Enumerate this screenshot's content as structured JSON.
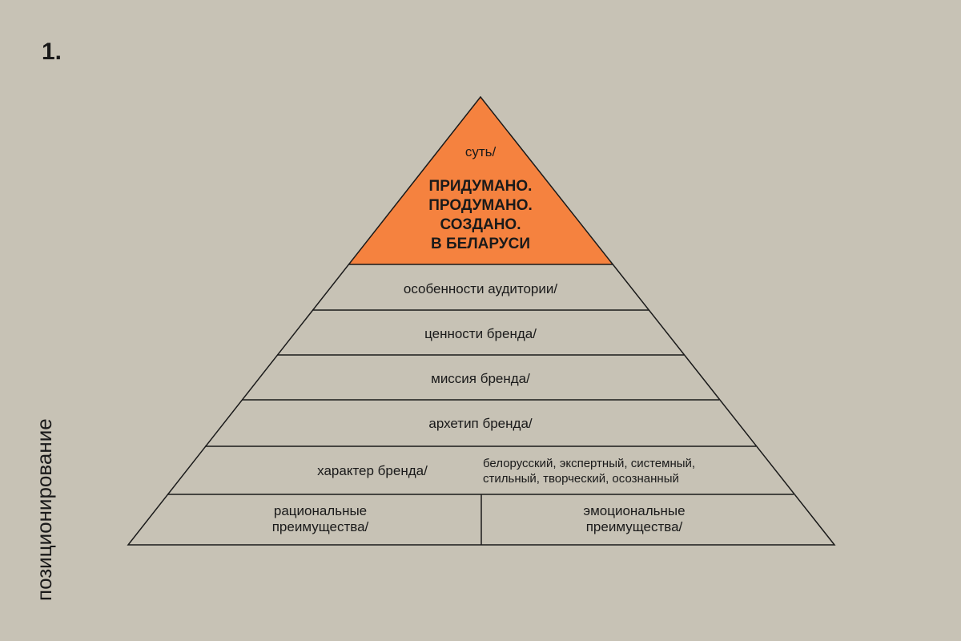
{
  "number": "1.",
  "side_title": "позиционирование",
  "colors": {
    "background": "#c7c2b5",
    "accent": "#f5823f",
    "line": "#1a1a1a"
  },
  "pyramid": {
    "top_label": "суть/",
    "top_statement": [
      "ПРИДУМАНО.",
      "ПРОДУМАНО.",
      "СОЗДАНО.",
      "В БЕЛАРУСИ"
    ],
    "levels": [
      "особенности аудитории/",
      "ценности бренда/",
      "миссия бренда/",
      "архетип бренда/",
      "характер бренда/"
    ],
    "character_traits": [
      "белорусский, экспертный, системный,",
      "стильный, творческий, осознанный"
    ],
    "rational": [
      "рациональные",
      "преимущества/"
    ],
    "emotional": [
      "эмоциональные",
      "преимущества/"
    ]
  }
}
